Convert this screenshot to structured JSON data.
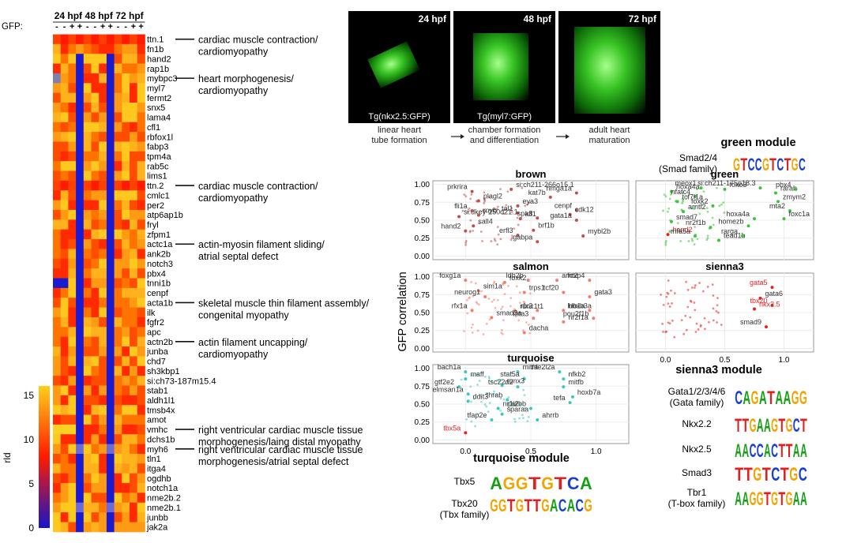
{
  "heatmap": {
    "time_labels": [
      "24 hpf",
      "48 hpf",
      "72 hpf"
    ],
    "gfp_label": "GFP:",
    "gfp_signs": [
      "-",
      "-",
      "+",
      "+",
      "-",
      "-",
      "+",
      "+",
      "-",
      "-",
      "+",
      "+"
    ],
    "genes": [
      "ttn.1",
      "fn1b",
      "hand2",
      "rap1b",
      "mybpc3",
      "myl7",
      "fermt2",
      "snx5",
      "lama4",
      "cfl1",
      "rbfox1l",
      "fabp3",
      "tpm4a",
      "rab5c",
      "lims1",
      "ttn.2",
      "cmlc1",
      "per2",
      "atp6ap1b",
      "fryl",
      "zfpm1",
      "actc1a",
      "ank2b",
      "notch3",
      "pbx4",
      "tnni1b",
      "cenpf",
      "acta1b",
      "ilk",
      "fgfr2",
      "apc",
      "actn2b",
      "junba",
      "chd7",
      "sh3kbp1",
      "si:ch73-187m15.4",
      "stab1",
      "aldh1l1",
      "tmsb4x",
      "amot",
      "vmhc",
      "dchs1b",
      "myh6",
      "tln1",
      "itga4",
      "ogdhb",
      "notch1a",
      "nme2b.2",
      "nme2b.1",
      "junbb",
      "jak2a"
    ],
    "blue_columns": [
      3,
      7
    ],
    "colorbar": {
      "label": "rld",
      "ticks": [
        0,
        5,
        10,
        15
      ],
      "colors": [
        "#1515c8",
        "#ff1a00",
        "#ffcf1a"
      ]
    },
    "annotations": [
      {
        "gene": "ttn.1",
        "lines": [
          "cardiac muscle contraction/",
          "cardiomyopathy"
        ]
      },
      {
        "gene": "mybpc3",
        "lines": [
          "heart morphogenesis/",
          "cardiomyopathy"
        ]
      },
      {
        "gene": "ttn.2",
        "lines": [
          "cardiac muscle contraction/",
          "cardiomyopathy"
        ]
      },
      {
        "gene": "actc1a",
        "lines": [
          "actin-myosin filament sliding/",
          "atrial septal defect"
        ]
      },
      {
        "gene": "acta1b",
        "lines": [
          "skeletal muscle thin filament assembly/",
          "congenital myopathy"
        ]
      },
      {
        "gene": "actn2b",
        "lines": [
          "actin filament uncapping/",
          "cardiomyopathy"
        ]
      },
      {
        "gene": "vmhc",
        "lines": [
          "right ventricular cardiac muscle tissue",
          "morphogenesis/laing distal myopathy"
        ]
      },
      {
        "gene": "myh6",
        "lines": [
          "right ventricular cardiac muscle tissue",
          "morphogenesis/atrial septal defect"
        ]
      }
    ]
  },
  "micrographs": [
    {
      "time": "24 hpf",
      "genotype": "Tg(nkx2.5:GFP)",
      "caption": [
        "linear heart",
        "tube formation"
      ]
    },
    {
      "time": "48 hpf",
      "genotype": "Tg(myl7:GFP)",
      "caption": [
        "chamber formation",
        "and differentiation"
      ]
    },
    {
      "time": "72 hpf",
      "genotype": "",
      "caption": [
        "adult heart",
        "maturation"
      ]
    }
  ],
  "chart_data": {
    "type": "scatter",
    "ylabel": "GFP correlation",
    "xlim": [
      -0.25,
      1.25
    ],
    "ylim": [
      -0.05,
      1.05
    ],
    "xticks": [
      0.0,
      0.5,
      1.0
    ],
    "yticks": [
      0.0,
      0.25,
      0.5,
      0.75,
      1.0
    ],
    "panels": [
      {
        "name": "brown",
        "color": "#c0504d",
        "genes": [
          [
            "prkrira",
            0.05,
            0.9
          ],
          [
            "si:ch211-266o15.1",
            0.35,
            0.93
          ],
          [
            "hmga1a",
            0.85,
            0.88
          ],
          [
            "plagl2",
            0.1,
            0.77
          ],
          [
            "kat7b",
            0.65,
            0.82
          ],
          [
            "eya3",
            0.4,
            0.7
          ],
          [
            "cenpf",
            0.85,
            0.64
          ],
          [
            "si:dkey-250d21.1",
            -0.05,
            0.55
          ],
          [
            "fli1a",
            0.05,
            0.63
          ],
          [
            "myb",
            0.1,
            0.57
          ],
          [
            "tal1",
            0.4,
            0.6
          ],
          [
            "klf1",
            0.42,
            0.52
          ],
          [
            "spa3",
            0.55,
            0.53
          ],
          [
            "cdk12",
            0.8,
            0.58
          ],
          [
            "gata1a",
            0.85,
            0.5
          ],
          [
            "sall4",
            0.06,
            0.42
          ],
          [
            "erfl3",
            0.4,
            0.29
          ],
          [
            "brf1b",
            0.52,
            0.36
          ],
          [
            "gabpa",
            0.55,
            0.2
          ],
          [
            "mybl2b",
            0.9,
            0.28
          ],
          [
            "hand2",
            0.0,
            0.35
          ]
        ]
      },
      {
        "name": "green",
        "color": "#3cc43c",
        "genes": [
          [
            "meox1",
            0.3,
            0.95
          ],
          [
            "foxo3",
            0.5,
            0.93
          ],
          [
            "si:ch211-175p18.3",
            0.8,
            0.95
          ],
          [
            "rarab",
            0.93,
            0.88
          ],
          [
            "pbx4",
            1.1,
            0.93
          ],
          [
            "hoxa4a",
            0.05,
            0.9
          ],
          [
            "nfatc4",
            0.25,
            0.83
          ],
          [
            "tcf7l1a",
            0.1,
            0.76
          ],
          [
            "foxk2",
            0.4,
            0.7
          ],
          [
            "zmym2",
            0.95,
            0.76
          ],
          [
            "mta2",
            1.05,
            0.63
          ],
          [
            "arntl2",
            0.15,
            0.62
          ],
          [
            "hoxa4a",
            0.75,
            0.52
          ],
          [
            "foxc1a",
            1.0,
            0.52
          ],
          [
            "homezb",
            0.7,
            0.42
          ],
          [
            "smad7",
            0.05,
            0.48
          ],
          [
            "nr2f1b",
            0.38,
            0.4
          ],
          [
            "hand2",
            0.02,
            0.3
          ],
          [
            "mfa5a",
            0.25,
            0.28
          ],
          [
            "tead1b",
            0.45,
            0.22
          ],
          [
            "rarga",
            0.65,
            0.28
          ]
        ],
        "highlight": [
          "hand2"
        ]
      },
      {
        "name": "salmon",
        "color": "#f0806c",
        "genes": [
          [
            "foxg1a",
            0.0,
            0.95
          ],
          [
            "foxk2",
            0.3,
            0.92
          ],
          [
            "ldb2b",
            0.48,
            0.95
          ],
          [
            "arnt2",
            0.7,
            0.95
          ],
          [
            "foxp4",
            0.95,
            0.95
          ],
          [
            "sim1a",
            0.1,
            0.8
          ],
          [
            "neurog1",
            0.15,
            0.72
          ],
          [
            "trps1",
            0.45,
            0.78
          ],
          [
            "tcf20",
            0.75,
            0.78
          ],
          [
            "gata3",
            0.95,
            0.72
          ],
          [
            "rfx1a",
            0.05,
            0.53
          ],
          [
            "runx1t1",
            0.38,
            0.52
          ],
          [
            "rfx2",
            0.55,
            0.53
          ],
          [
            "hoxb3a",
            0.75,
            0.53
          ],
          [
            "ldb1a",
            0.95,
            0.53
          ],
          [
            "smad3a",
            0.2,
            0.43
          ],
          [
            "mta3",
            0.52,
            0.42
          ],
          [
            "nr2f1a",
            0.75,
            0.37
          ],
          [
            "pou2f1b",
            0.98,
            0.42
          ],
          [
            "dacha",
            0.45,
            0.22
          ]
        ]
      },
      {
        "name": "sienna3",
        "color": "#e82020",
        "genes": [
          [
            "gata5",
            0.9,
            0.85
          ],
          [
            "gata6",
            0.8,
            0.7
          ],
          [
            "tbx20",
            0.9,
            0.6
          ],
          [
            "nkx2.5",
            0.75,
            0.55
          ],
          [
            "smad9",
            0.85,
            0.3
          ]
        ],
        "highlight": [
          "gata5",
          "tbx20",
          "nkx2.5"
        ]
      },
      {
        "name": "turquoise",
        "color": "#3cc8c0",
        "genes": [
          [
            "bach1a",
            0.0,
            0.95
          ],
          [
            "mitfa",
            0.4,
            0.95
          ],
          [
            "nfe2l2a",
            0.72,
            0.95
          ],
          [
            "maff",
            0.0,
            0.85
          ],
          [
            "stat5a",
            0.45,
            0.85
          ],
          [
            "nfkb2",
            0.75,
            0.85
          ],
          [
            "gtf2e2",
            -0.05,
            0.74
          ],
          [
            "runx3",
            0.28,
            0.76
          ],
          [
            "tsc22d2",
            0.4,
            0.74
          ],
          [
            "mitfb",
            0.75,
            0.74
          ],
          [
            "elmsan1a",
            0.02,
            0.64
          ],
          [
            "ddit3",
            0.02,
            0.54
          ],
          [
            "thrab",
            0.32,
            0.56
          ],
          [
            "hoxb7a",
            0.82,
            0.6
          ],
          [
            "tefa",
            0.8,
            0.52
          ],
          [
            "nr1i2",
            0.25,
            0.44
          ],
          [
            "purbb",
            0.5,
            0.44
          ],
          [
            "sparaa",
            0.28,
            0.36
          ],
          [
            "tfap2e",
            0.2,
            0.28
          ],
          [
            "ahrrb",
            0.55,
            0.28
          ],
          [
            "tbx5a",
            0.0,
            0.1
          ]
        ],
        "highlight": [
          "tbx5a"
        ]
      }
    ]
  },
  "modules": {
    "green": {
      "title": "green module",
      "motifs": [
        {
          "tf": [
            "Smad2/4",
            "(Smad family)"
          ],
          "seq": "GTCCGTCTGC"
        }
      ]
    },
    "sienna3": {
      "title": "sienna3 module",
      "motifs": [
        {
          "tf": [
            "Gata1/2/3/4/6",
            "(Gata family)"
          ],
          "seq": "CAGATAAGG"
        },
        {
          "tf": [
            "Nkx2.2"
          ],
          "seq": "TTGAAGTGCT"
        },
        {
          "tf": [
            "Nkx2.5"
          ],
          "seq": "AACCACTTAA"
        },
        {
          "tf": [
            "Smad3"
          ],
          "seq": "TTGTCTGC"
        },
        {
          "tf": [
            "Tbr1",
            "(T-box family)"
          ],
          "seq": "AAGGTGTGAA"
        }
      ]
    },
    "turquoise": {
      "title": "turquoise module",
      "motifs": [
        {
          "tf": [
            "Tbx5"
          ],
          "seq": "AGGTGTCA"
        },
        {
          "tf": [
            "Tbx20",
            "(Tbx family)"
          ],
          "seq": "GGTGTTGACACG"
        }
      ]
    }
  }
}
